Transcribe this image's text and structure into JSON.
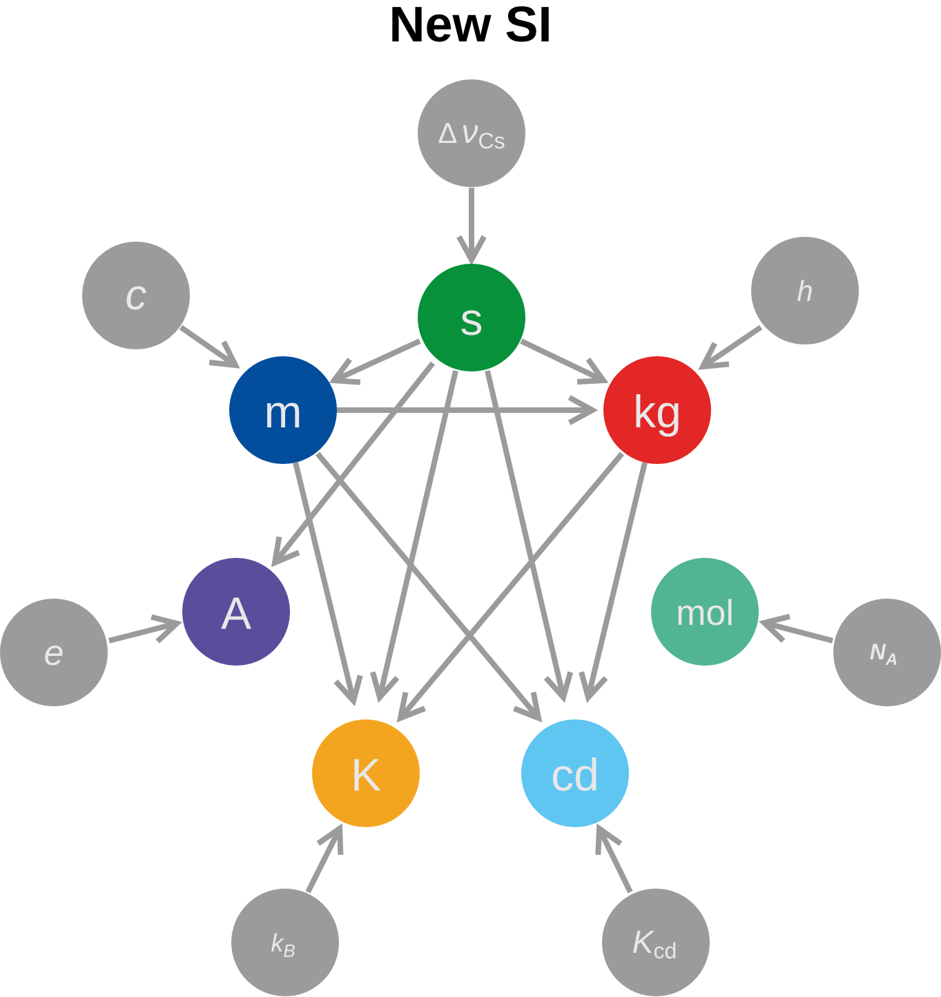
{
  "title": "New SI",
  "colors": {
    "constant": "#9b9b9b",
    "arrow": "#9b9b9b",
    "label": "#e8e8e8",
    "s": "#07913a",
    "m": "#034e9c",
    "kg": "#e32626",
    "A": "#5a4d9c",
    "mol": "#52b591",
    "K": "#f4a51f",
    "cd": "#5fc5f1"
  },
  "units": [
    {
      "id": "s",
      "label": "s"
    },
    {
      "id": "m",
      "label": "m"
    },
    {
      "id": "kg",
      "label": "kg"
    },
    {
      "id": "A",
      "label": "A"
    },
    {
      "id": "mol",
      "label": "mol"
    },
    {
      "id": "K",
      "label": "K"
    },
    {
      "id": "cd",
      "label": "cd"
    }
  ],
  "constants": {
    "dnu": {
      "main": "Δ",
      "var": "ν",
      "sub": "Cs"
    },
    "c": {
      "main": "c"
    },
    "h": {
      "main": "h"
    },
    "e": {
      "main": "e"
    },
    "na": {
      "main": "N",
      "sub": "A"
    },
    "kb": {
      "main": "k",
      "sub": "B"
    },
    "kcd": {
      "main": "K",
      "sub": "cd"
    }
  },
  "edges": [
    [
      "dnu",
      "s"
    ],
    [
      "c",
      "m"
    ],
    [
      "h",
      "kg"
    ],
    [
      "e",
      "A"
    ],
    [
      "na",
      "mol"
    ],
    [
      "kb",
      "K"
    ],
    [
      "kcd",
      "cd"
    ],
    [
      "s",
      "m"
    ],
    [
      "s",
      "kg"
    ],
    [
      "s",
      "A"
    ],
    [
      "s",
      "K"
    ],
    [
      "s",
      "cd"
    ],
    [
      "m",
      "kg"
    ],
    [
      "m",
      "K"
    ],
    [
      "m",
      "cd"
    ],
    [
      "kg",
      "K"
    ],
    [
      "kg",
      "cd"
    ]
  ]
}
